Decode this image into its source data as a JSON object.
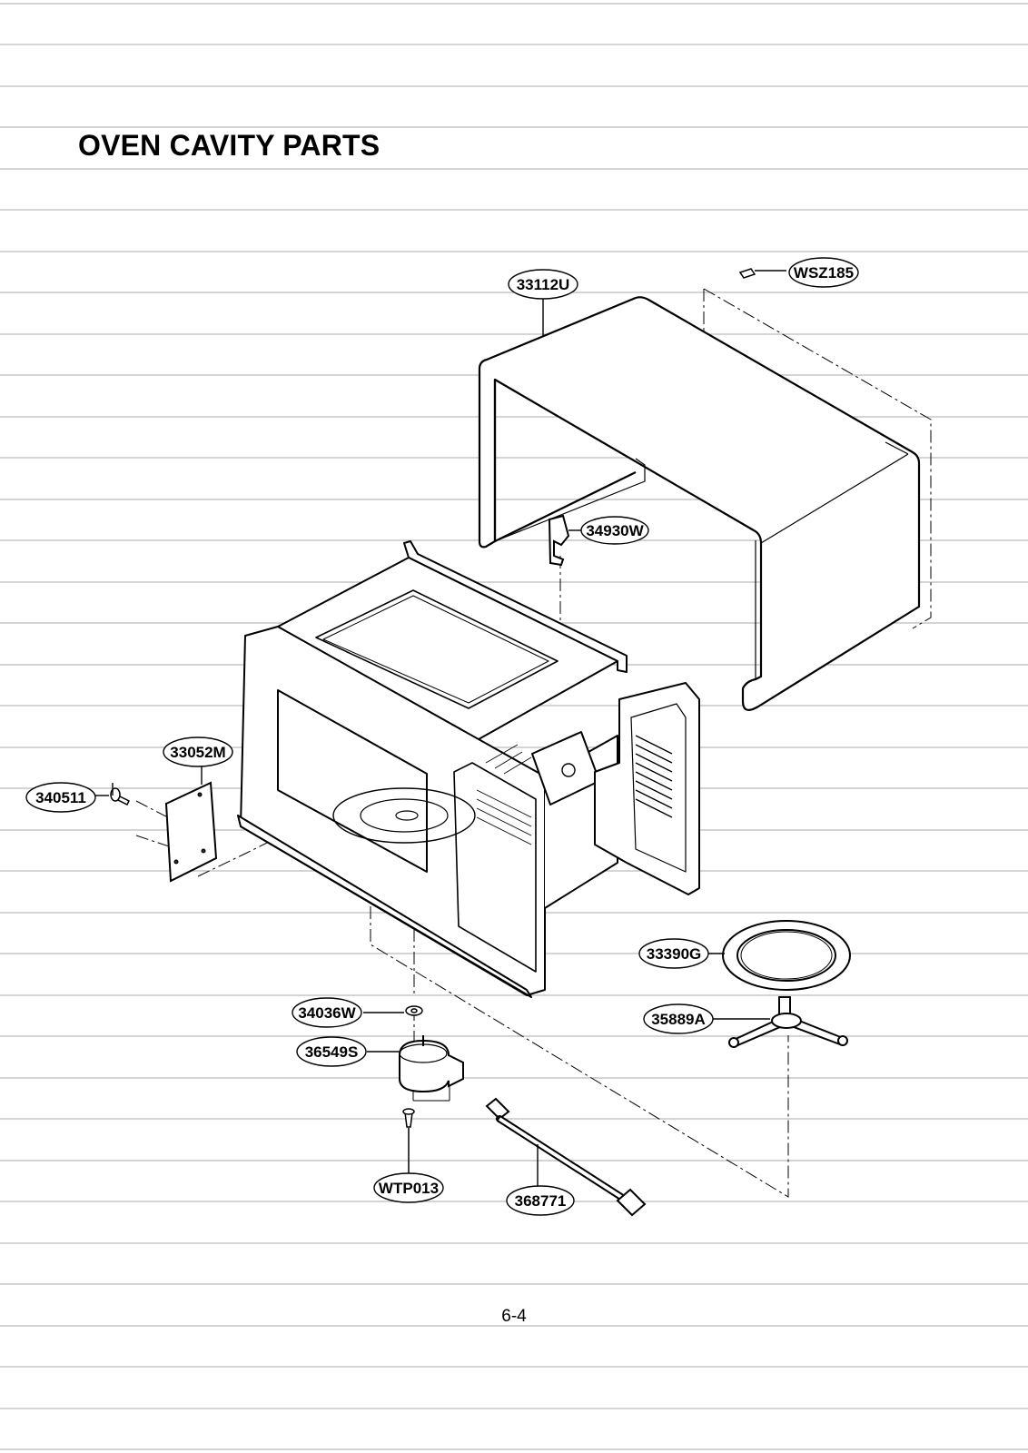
{
  "title": "OVEN CAVITY PARTS",
  "page_number": "6-4",
  "callouts": [
    {
      "id": "wsz185",
      "label": "WSZ185"
    },
    {
      "id": "33112u",
      "label": "33112U"
    },
    {
      "id": "34930w",
      "label": "34930W"
    },
    {
      "id": "33052m",
      "label": "33052M"
    },
    {
      "id": "340511",
      "label": "340511"
    },
    {
      "id": "33390g",
      "label": "33390G"
    },
    {
      "id": "35889a",
      "label": "35889A"
    },
    {
      "id": "34036w",
      "label": "34036W"
    },
    {
      "id": "36549s",
      "label": "36549S"
    },
    {
      "id": "wtp013",
      "label": "WTP013"
    },
    {
      "id": "368771",
      "label": "368771"
    }
  ]
}
